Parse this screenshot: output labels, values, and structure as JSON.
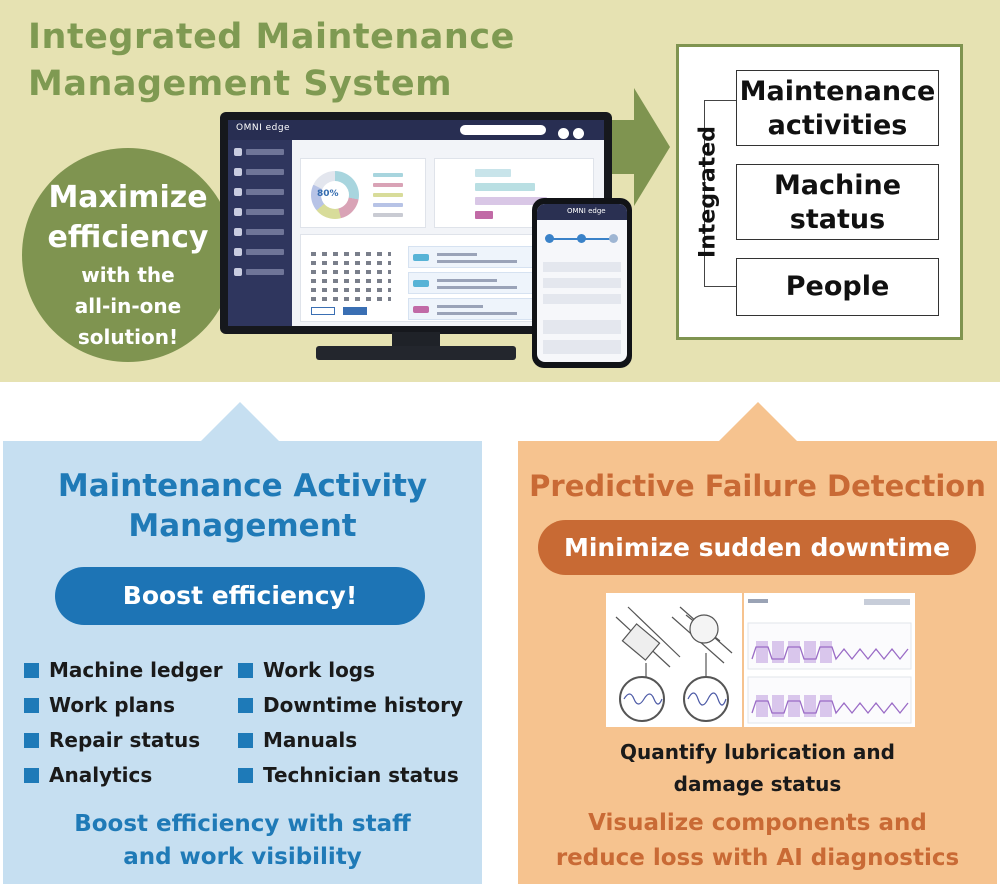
{
  "top": {
    "title": "Integrated Maintenance\nManagement System",
    "circle_big": "Maximize\nefficiency",
    "circle_small": "with the\nall-in-one\nsolution!",
    "app_name": "OMNI edge",
    "donut_value": "80%",
    "phone_app_name": "OMNI edge"
  },
  "integrated": {
    "label": "Integrated",
    "items": [
      "Maintenance\nactivities",
      "Machine\nstatus",
      "People"
    ]
  },
  "maintenance": {
    "title": "Maintenance Activity\nManagement",
    "pill": "Boost efficiency!",
    "features_left": [
      "Machine ledger",
      "Work plans",
      "Repair status",
      "Analytics"
    ],
    "features_right": [
      "Work logs",
      "Downtime history",
      "Manuals",
      "Technician status"
    ],
    "footer": "Boost efficiency with staff\nand work visibility"
  },
  "predictive": {
    "title": "Predictive Failure Detection",
    "pill": "Minimize sudden downtime",
    "caption": "Quantify lubrication and\ndamage status",
    "footer": "Visualize components and\nreduce loss with AI diagnostics"
  },
  "colors": {
    "top_bg": "#e6e2b2",
    "olive": "#7f9450",
    "title_olive": "#7f9a52",
    "blue_bg": "#c6dff1",
    "blue_accent": "#1d74b5",
    "orange_bg": "#f6c38f",
    "orange_accent": "#c86a34"
  },
  "icons": [
    "right-arrow-icon",
    "square-bullet-icon",
    "donut-chart-icon"
  ]
}
